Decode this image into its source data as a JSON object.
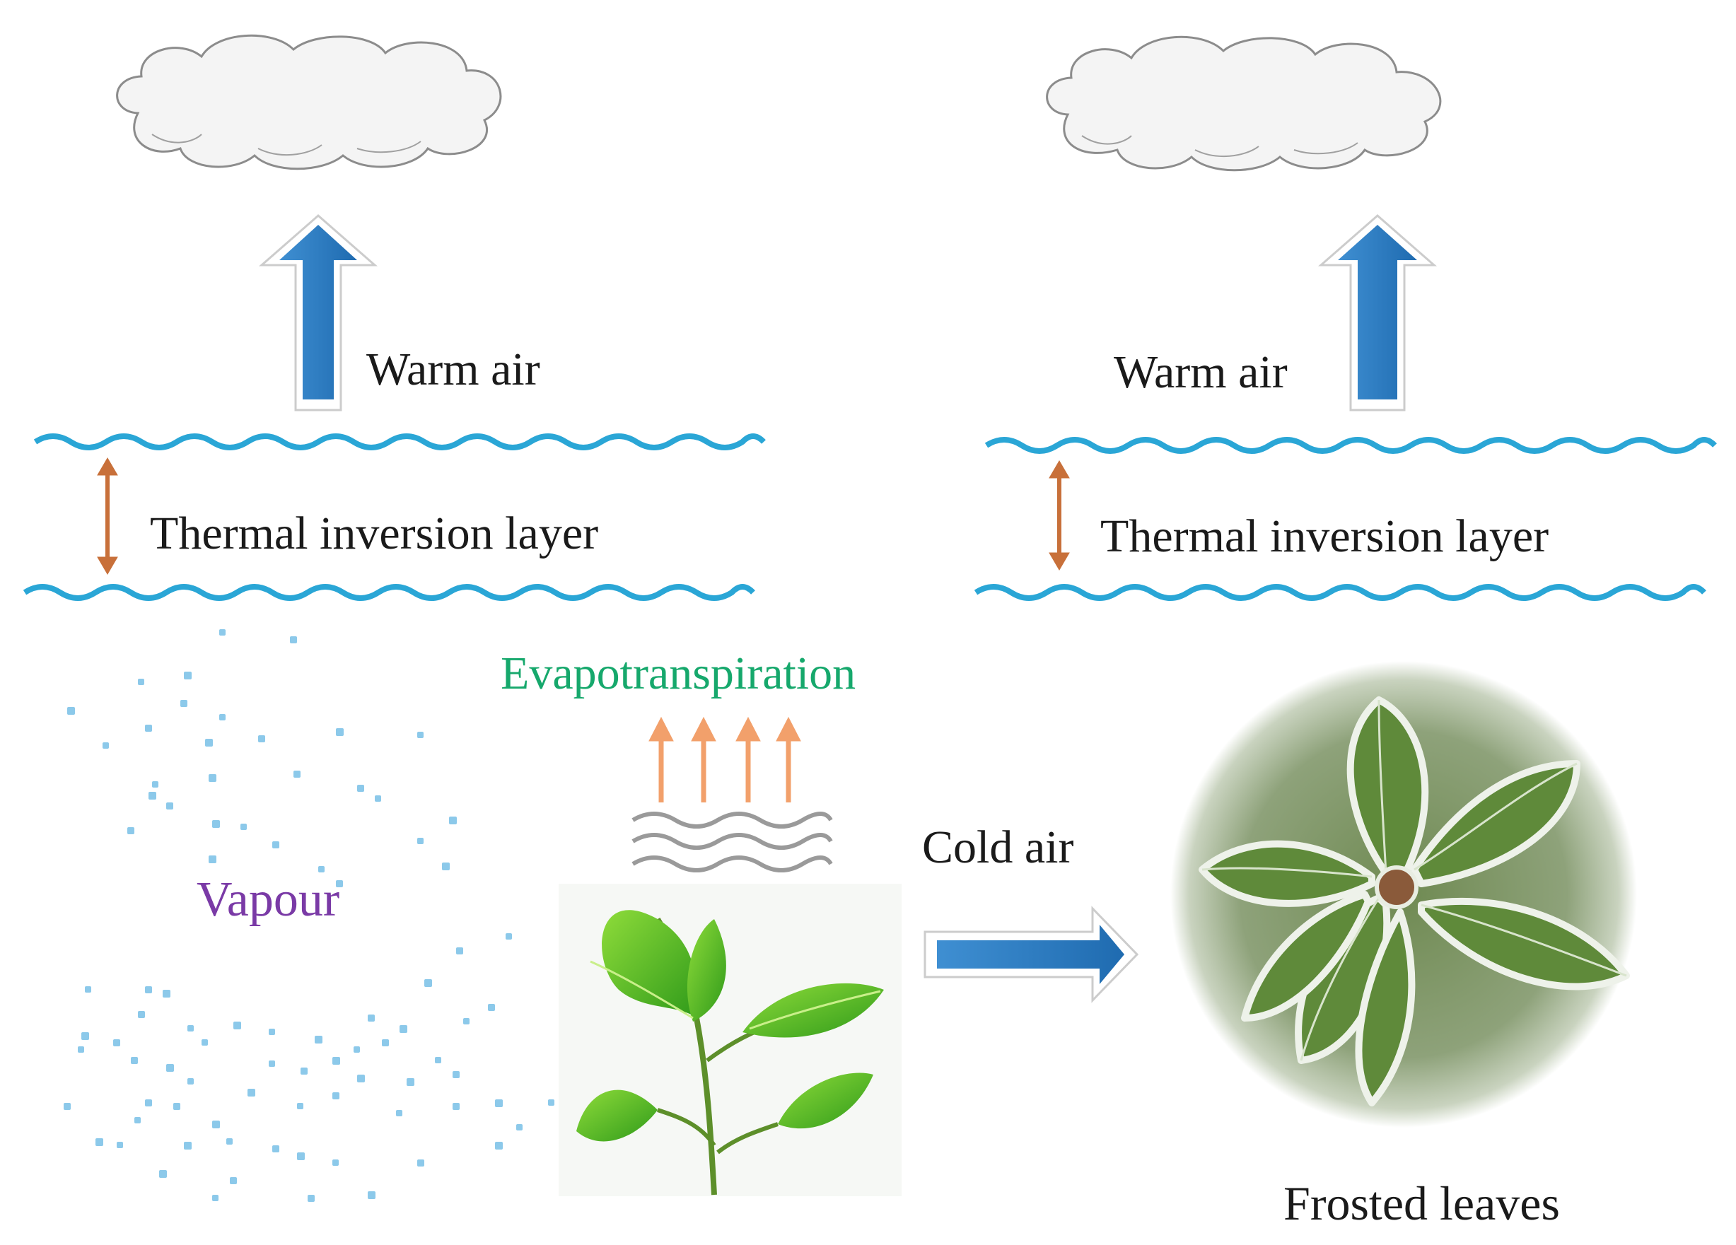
{
  "panels": {
    "left": {
      "warm_air_label": "Warm air",
      "inversion_label": "Thermal inversion layer"
    },
    "right": {
      "warm_air_label": "Warm air",
      "inversion_label": "Thermal inversion layer"
    }
  },
  "ground": {
    "evapotranspiration_label": "Evapotranspiration",
    "vapour_label": "Vapour",
    "cold_air_label": "Cold air",
    "frosted_leaves_label": "Frosted leaves"
  },
  "colors": {
    "wave": "#2aa6d6",
    "arrow_blue": "#2f7fc4",
    "arrow_orange": "#f2a06b",
    "double_arrow": "#c8703a",
    "evap_text": "#16a86c",
    "vapour_text": "#7a3aa6",
    "droplet": "#8cc9ea"
  },
  "icons": [
    "cloud-icon",
    "up-arrow-icon",
    "double-arrow-icon",
    "heat-wave-icon",
    "plant-icon",
    "right-arrow-icon",
    "frosted-leaf-icon",
    "droplet-icon"
  ]
}
